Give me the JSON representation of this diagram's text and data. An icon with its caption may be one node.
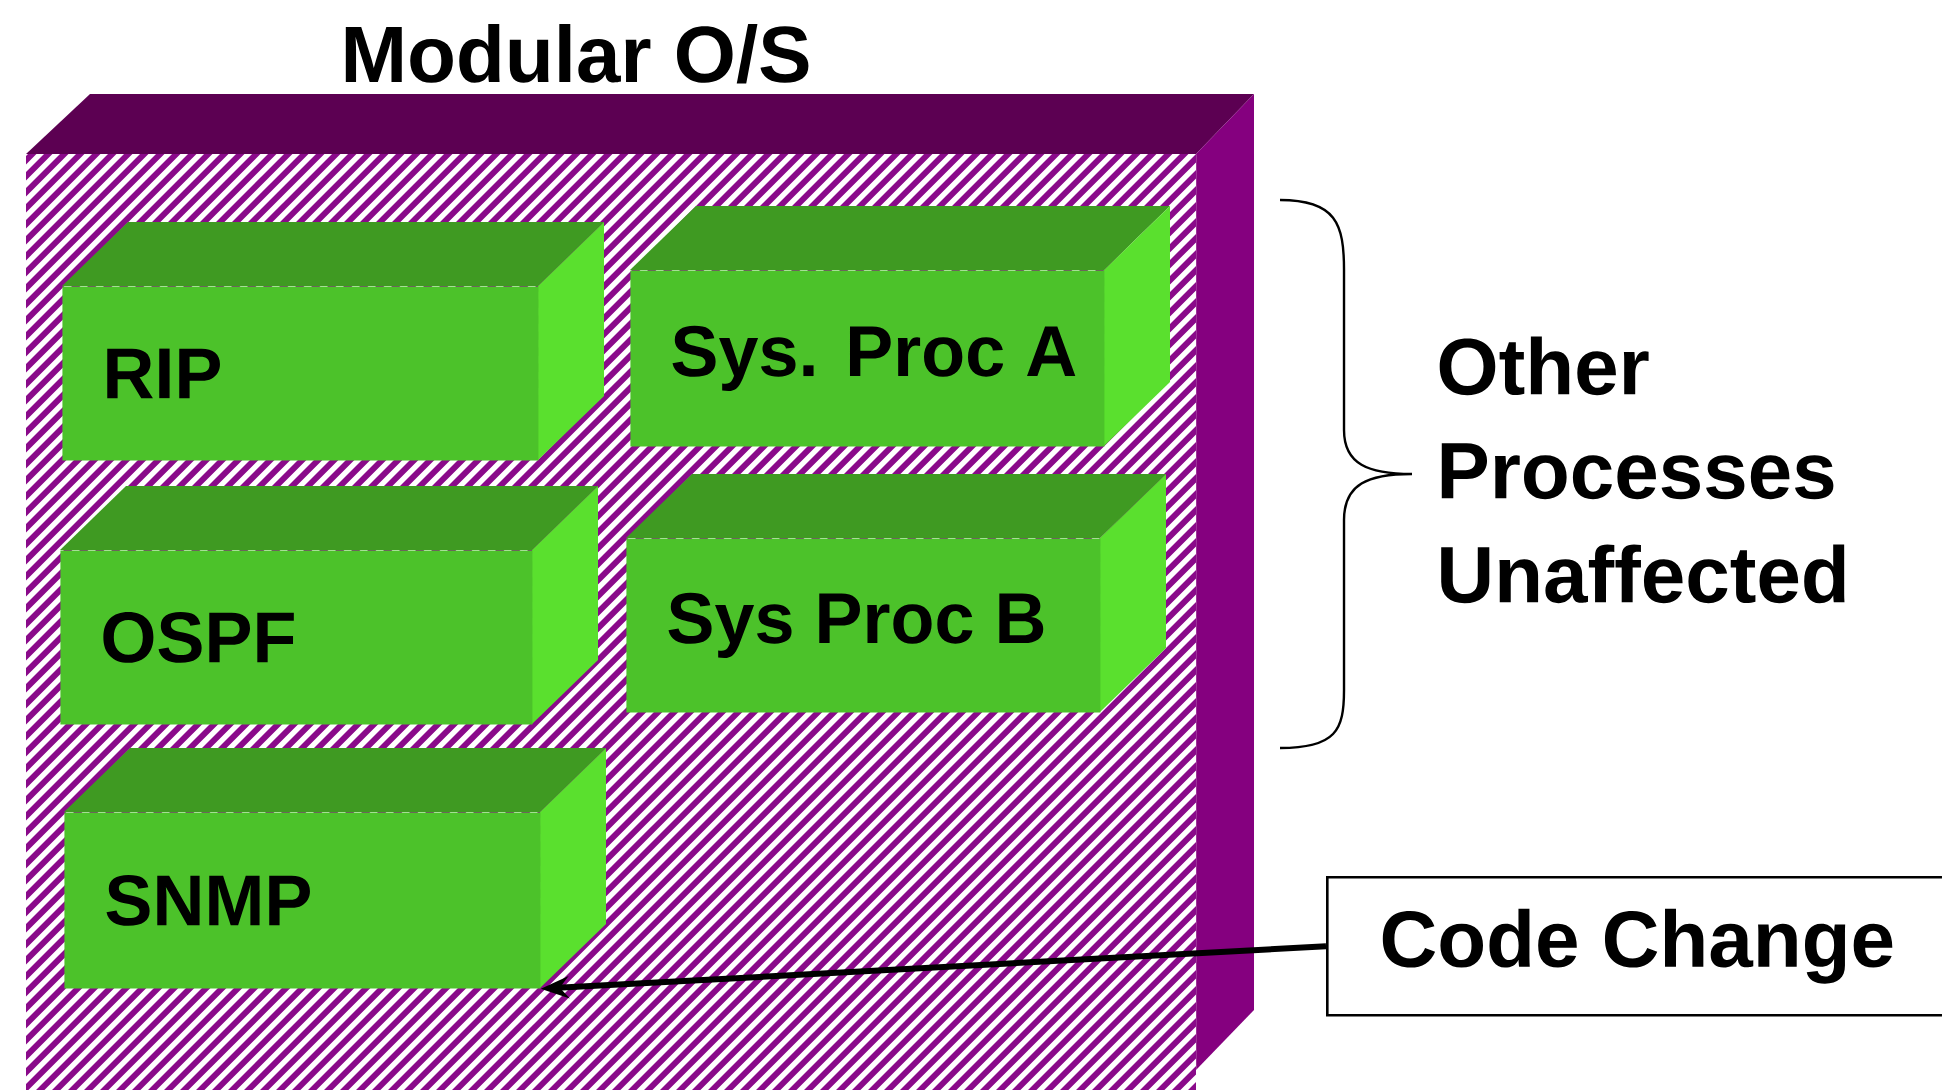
{
  "diagram": {
    "nodes": [
      {
        "text": [
          "Modular O/S"
        ]
      },
      {
        "text": [
          "RIP"
        ],
        "in": 0
      },
      {
        "text": [
          "Sys. Proc A"
        ],
        "in": 0
      },
      {
        "text": [
          "OSPF"
        ],
        "in": 0
      },
      {
        "text": [
          "Sys Proc B"
        ],
        "in": 0
      },
      {
        "text": [
          "SNMP"
        ],
        "in": 0
      },
      {
        "text": [
          "Code Change"
        ]
      }
    ],
    "edges": [
      {
        "from": 6,
        "to": 5,
        "arrow": "to"
      }
    ],
    "labels": [
      "Other Processes Unaffected"
    ]
  }
}
